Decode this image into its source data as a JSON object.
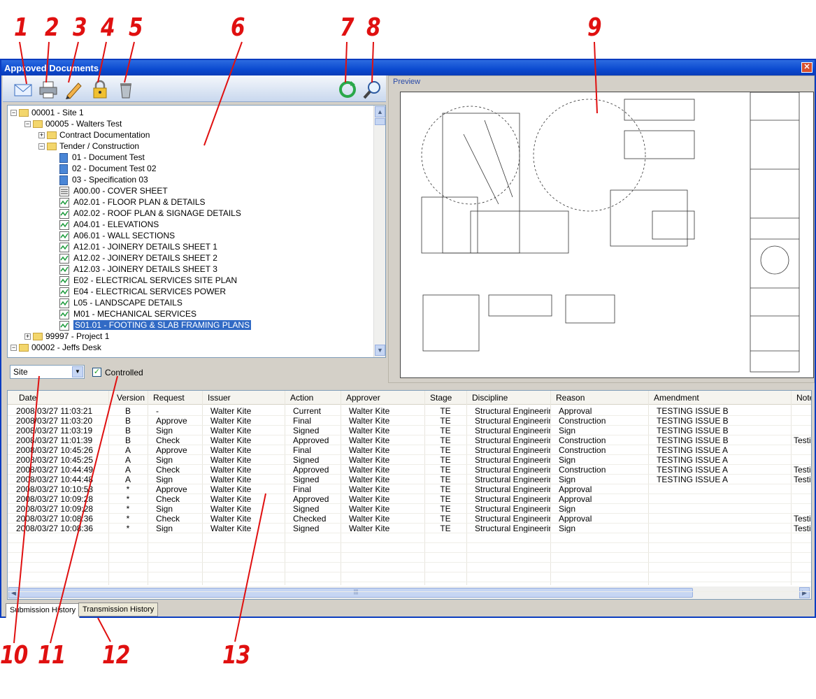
{
  "callouts": [
    "1",
    "2",
    "3",
    "4",
    "5",
    "6",
    "7",
    "8",
    "9",
    "10",
    "11",
    "12",
    "13"
  ],
  "window": {
    "title": "Approved Documents",
    "close": "✕"
  },
  "toolbar": {
    "icons": [
      "email-icon",
      "print-icon",
      "edit-icon",
      "lock-icon",
      "recycle-bin-icon",
      "refresh-icon",
      "zoom-icon"
    ]
  },
  "tree": [
    {
      "label": "00001 - Site 1",
      "type": "folder",
      "exp": "−"
    },
    {
      "label": "00005 - Walters Test",
      "type": "folder",
      "exp": "−"
    },
    {
      "label": "Contract Documentation",
      "type": "folder",
      "exp": "+"
    },
    {
      "label": "Tender / Construction",
      "type": "folder",
      "exp": "−"
    },
    {
      "label": "01  -  Document Test",
      "type": "doc"
    },
    {
      "label": "02  -  Document Test 02",
      "type": "doc"
    },
    {
      "label": "03  -  Specification 03",
      "type": "doc"
    },
    {
      "label": "A00.00  -  COVER SHEET",
      "type": "list"
    },
    {
      "label": "A02.01  -  FLOOR PLAN & DETAILS",
      "type": "dwg"
    },
    {
      "label": "A02.02  -  ROOF PLAN & SIGNAGE DETAILS",
      "type": "dwg"
    },
    {
      "label": "A04.01  -  ELEVATIONS",
      "type": "dwg"
    },
    {
      "label": "A06.01  -  WALL SECTIONS",
      "type": "dwg"
    },
    {
      "label": "A12.01  -  JOINERY DETAILS SHEET 1",
      "type": "dwg"
    },
    {
      "label": "A12.02  -  JOINERY DETAILS SHEET 2",
      "type": "dwg"
    },
    {
      "label": "A12.03  -  JOINERY DETAILS SHEET 3",
      "type": "dwg"
    },
    {
      "label": "E02  -  ELECTRICAL SERVICES SITE PLAN",
      "type": "check"
    },
    {
      "label": "E04  -  ELECTRICAL SERVICES POWER",
      "type": "dwg"
    },
    {
      "label": "L05  -  LANDSCAPE DETAILS",
      "type": "dwg"
    },
    {
      "label": "M01  -  MECHANICAL SERVICES",
      "type": "dwg"
    },
    {
      "label": "S01.01  -  FOOTING & SLAB FRAMING PLANS",
      "type": "dwg",
      "selected": true
    },
    {
      "label": "99997 - Project 1",
      "type": "folder",
      "exp": "+"
    },
    {
      "label": "00002 - Jeffs Desk",
      "type": "folder",
      "exp": "−"
    }
  ],
  "preview": {
    "label": "Preview"
  },
  "filter": {
    "site_value": "Site",
    "controlled_label": "Controlled",
    "controlled_checked": "✓"
  },
  "grid": {
    "columns": [
      "Date",
      "Version",
      "Request",
      "Issuer",
      "Action",
      "Approver",
      "Stage",
      "Discipline",
      "Reason",
      "Amendment",
      "Note"
    ],
    "rows": [
      [
        "2008/03/27 11:03:21",
        "B",
        "-",
        "Walter Kite",
        "Current",
        "Walter Kite",
        "TE",
        "Structural Engineering",
        "Approval",
        "TESTING ISSUE B",
        ""
      ],
      [
        "2008/03/27 11:03:20",
        "B",
        "Approve",
        "Walter Kite",
        "Final",
        "Walter Kite",
        "TE",
        "Structural Engineering",
        "Construction",
        "TESTING ISSUE B",
        ""
      ],
      [
        "2008/03/27 11:03:19",
        "B",
        "Sign",
        "Walter Kite",
        "Signed",
        "Walter Kite",
        "TE",
        "Structural Engineering",
        "Sign",
        "TESTING ISSUE B",
        ""
      ],
      [
        "2008/03/27 11:01:39",
        "B",
        "Check",
        "Walter Kite",
        "Approved",
        "Walter Kite",
        "TE",
        "Structural Engineering",
        "Construction",
        "TESTING ISSUE B",
        "Testi"
      ],
      [
        "2008/03/27 10:45:26",
        "A",
        "Approve",
        "Walter Kite",
        "Final",
        "Walter Kite",
        "TE",
        "Structural Engineering",
        "Construction",
        "TESTING ISSUE A",
        ""
      ],
      [
        "2008/03/27 10:45:25",
        "A",
        "Sign",
        "Walter Kite",
        "Signed",
        "Walter Kite",
        "TE",
        "Structural Engineering",
        "Sign",
        "TESTING ISSUE A",
        ""
      ],
      [
        "2008/03/27 10:44:49",
        "A",
        "Check",
        "Walter Kite",
        "Approved",
        "Walter Kite",
        "TE",
        "Structural Engineering",
        "Construction",
        "TESTING ISSUE A",
        "Testi"
      ],
      [
        "2008/03/27 10:44:48",
        "A",
        "Sign",
        "Walter Kite",
        "Signed",
        "Walter Kite",
        "TE",
        "Structural Engineering",
        "Sign",
        "TESTING ISSUE A",
        "Testi"
      ],
      [
        "2008/03/27 10:10:53",
        "*",
        "Approve",
        "Walter Kite",
        "Final",
        "Walter Kite",
        "TE",
        "Structural Engineering",
        "Approval",
        "",
        ""
      ],
      [
        "2008/03/27 10:09:28",
        "*",
        "Check",
        "Walter Kite",
        "Approved",
        "Walter Kite",
        "TE",
        "Structural Engineering",
        "Approval",
        "",
        ""
      ],
      [
        "2008/03/27 10:09:28",
        "*",
        "Sign",
        "Walter Kite",
        "Signed",
        "Walter Kite",
        "TE",
        "Structural Engineering",
        "Sign",
        "",
        ""
      ],
      [
        "2008/03/27 10:08:36",
        "*",
        "Check",
        "Walter Kite",
        "Checked",
        "Walter Kite",
        "TE",
        "Structural Engineering",
        "Approval",
        "",
        "Testi"
      ],
      [
        "2008/03/27 10:08:36",
        "*",
        "Sign",
        "Walter Kite",
        "Signed",
        "Walter Kite",
        "TE",
        "Structural Engineering",
        "Sign",
        "",
        "Testi"
      ]
    ]
  },
  "tabs": [
    "Submission History",
    "Transmission History"
  ]
}
